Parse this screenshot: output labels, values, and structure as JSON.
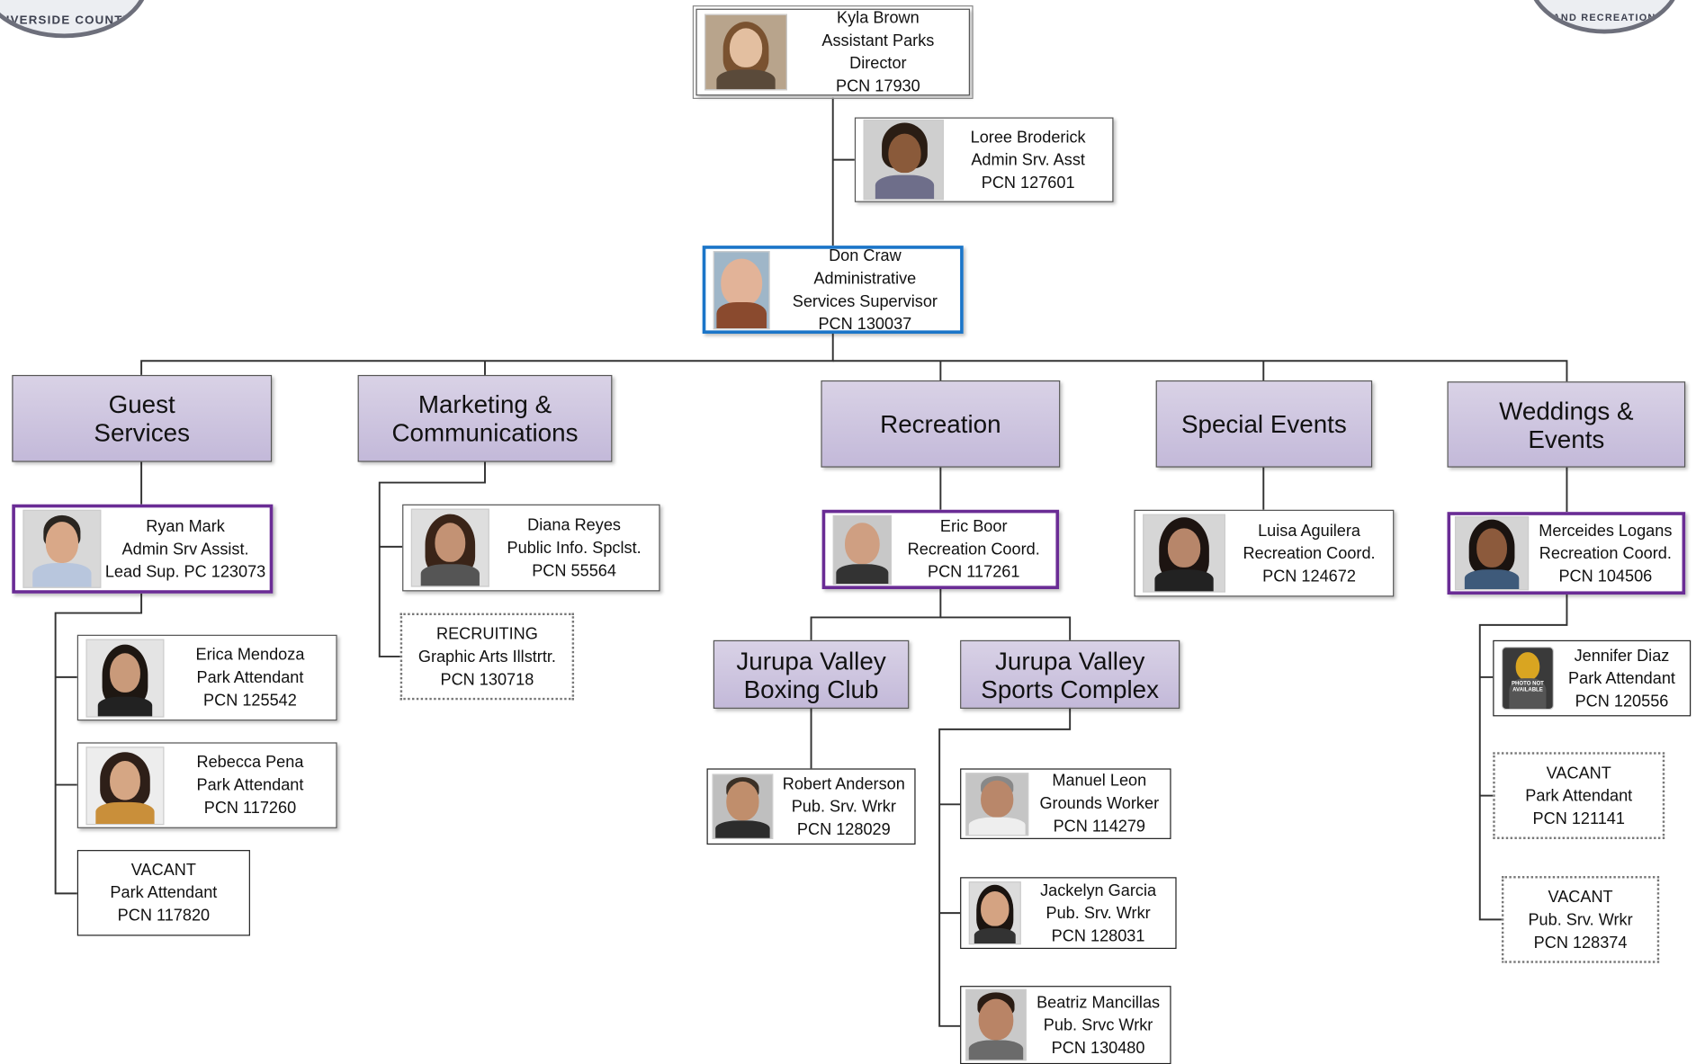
{
  "logos": {
    "left_text": "RIVERSIDE COUNTY",
    "right_text": "AND RECREATION"
  },
  "director": {
    "name": "Kyla Brown",
    "title_line1": "Assistant Parks",
    "title_line2": "Director",
    "pcn": "PCN 17930"
  },
  "assistant": {
    "name": "Loree Broderick",
    "title": "Admin Srv. Asst",
    "pcn": "PCN 127601"
  },
  "supervisor": {
    "name": "Don Craw",
    "title_line1": "Administrative",
    "title_line2": "Services Supervisor",
    "pcn": "PCN 130037"
  },
  "departments": {
    "guest": {
      "line1": "Guest",
      "line2": "Services"
    },
    "marketing": {
      "line1": "Marketing &",
      "line2": "Communications"
    },
    "recreation": {
      "line1": "Recreation"
    },
    "special": {
      "line1": "Special Events"
    },
    "weddings": {
      "line1": "Weddings &",
      "line2": "Events"
    },
    "boxing": {
      "line1": "Jurupa Valley",
      "line2": "Boxing Club"
    },
    "sports": {
      "line1": "Jurupa Valley",
      "line2": "Sports Complex"
    }
  },
  "staff": {
    "ryan": {
      "name": "Ryan Mark",
      "title": "Admin Srv Assist.",
      "pcn": "Lead Sup. PC 123073"
    },
    "erica": {
      "name": "Erica Mendoza",
      "title": "Park Attendant",
      "pcn": "PCN 125542"
    },
    "rebecca": {
      "name": "Rebecca Pena",
      "title": "Park Attendant",
      "pcn": "PCN 117260"
    },
    "vacant_guest": {
      "name": "VACANT",
      "title": "Park Attendant",
      "pcn": "PCN 117820"
    },
    "diana": {
      "name": "Diana Reyes",
      "title": "Public Info. Spclst.",
      "pcn": "PCN 55564"
    },
    "recruiting": {
      "name": "RECRUITING",
      "title": "Graphic Arts Illstrtr.",
      "pcn": "PCN 130718"
    },
    "eric": {
      "name": "Eric Boor",
      "title": "Recreation Coord.",
      "pcn": "PCN 117261"
    },
    "robert": {
      "name": "Robert Anderson",
      "title": "Pub. Srv. Wrkr",
      "pcn": "PCN 128029"
    },
    "manuel": {
      "name": "Manuel Leon",
      "title": "Grounds Worker",
      "pcn": "PCN 114279"
    },
    "jackelyn": {
      "name": "Jackelyn Garcia",
      "title": "Pub. Srv. Wrkr",
      "pcn": "PCN 128031"
    },
    "beatriz": {
      "name": "Beatriz Mancillas",
      "title": "Pub. Srvc Wrkr",
      "pcn": "PCN 130480"
    },
    "luisa": {
      "name": "Luisa Aguilera",
      "title": "Recreation Coord.",
      "pcn": "PCN 124672"
    },
    "merceides": {
      "name": "Merceides Logans",
      "title": "Recreation Coord.",
      "pcn": "PCN 104506"
    },
    "jennifer": {
      "name": "Jennifer Diaz",
      "title": "Park Attendant",
      "pcn": "PCN 120556",
      "photo_text": "PHOTO NOT AVAILABLE"
    },
    "vacant_wed1": {
      "name": "VACANT",
      "title": "Park Attendant",
      "pcn": "PCN 121141"
    },
    "vacant_wed2": {
      "name": "VACANT",
      "title": "Pub. Srv. Wrkr",
      "pcn": "PCN 128374"
    }
  },
  "colors": {
    "dept_fill": "#cdc5e0",
    "highlight_blue": "#1b75c8",
    "highlight_purple": "#6a2c95"
  }
}
